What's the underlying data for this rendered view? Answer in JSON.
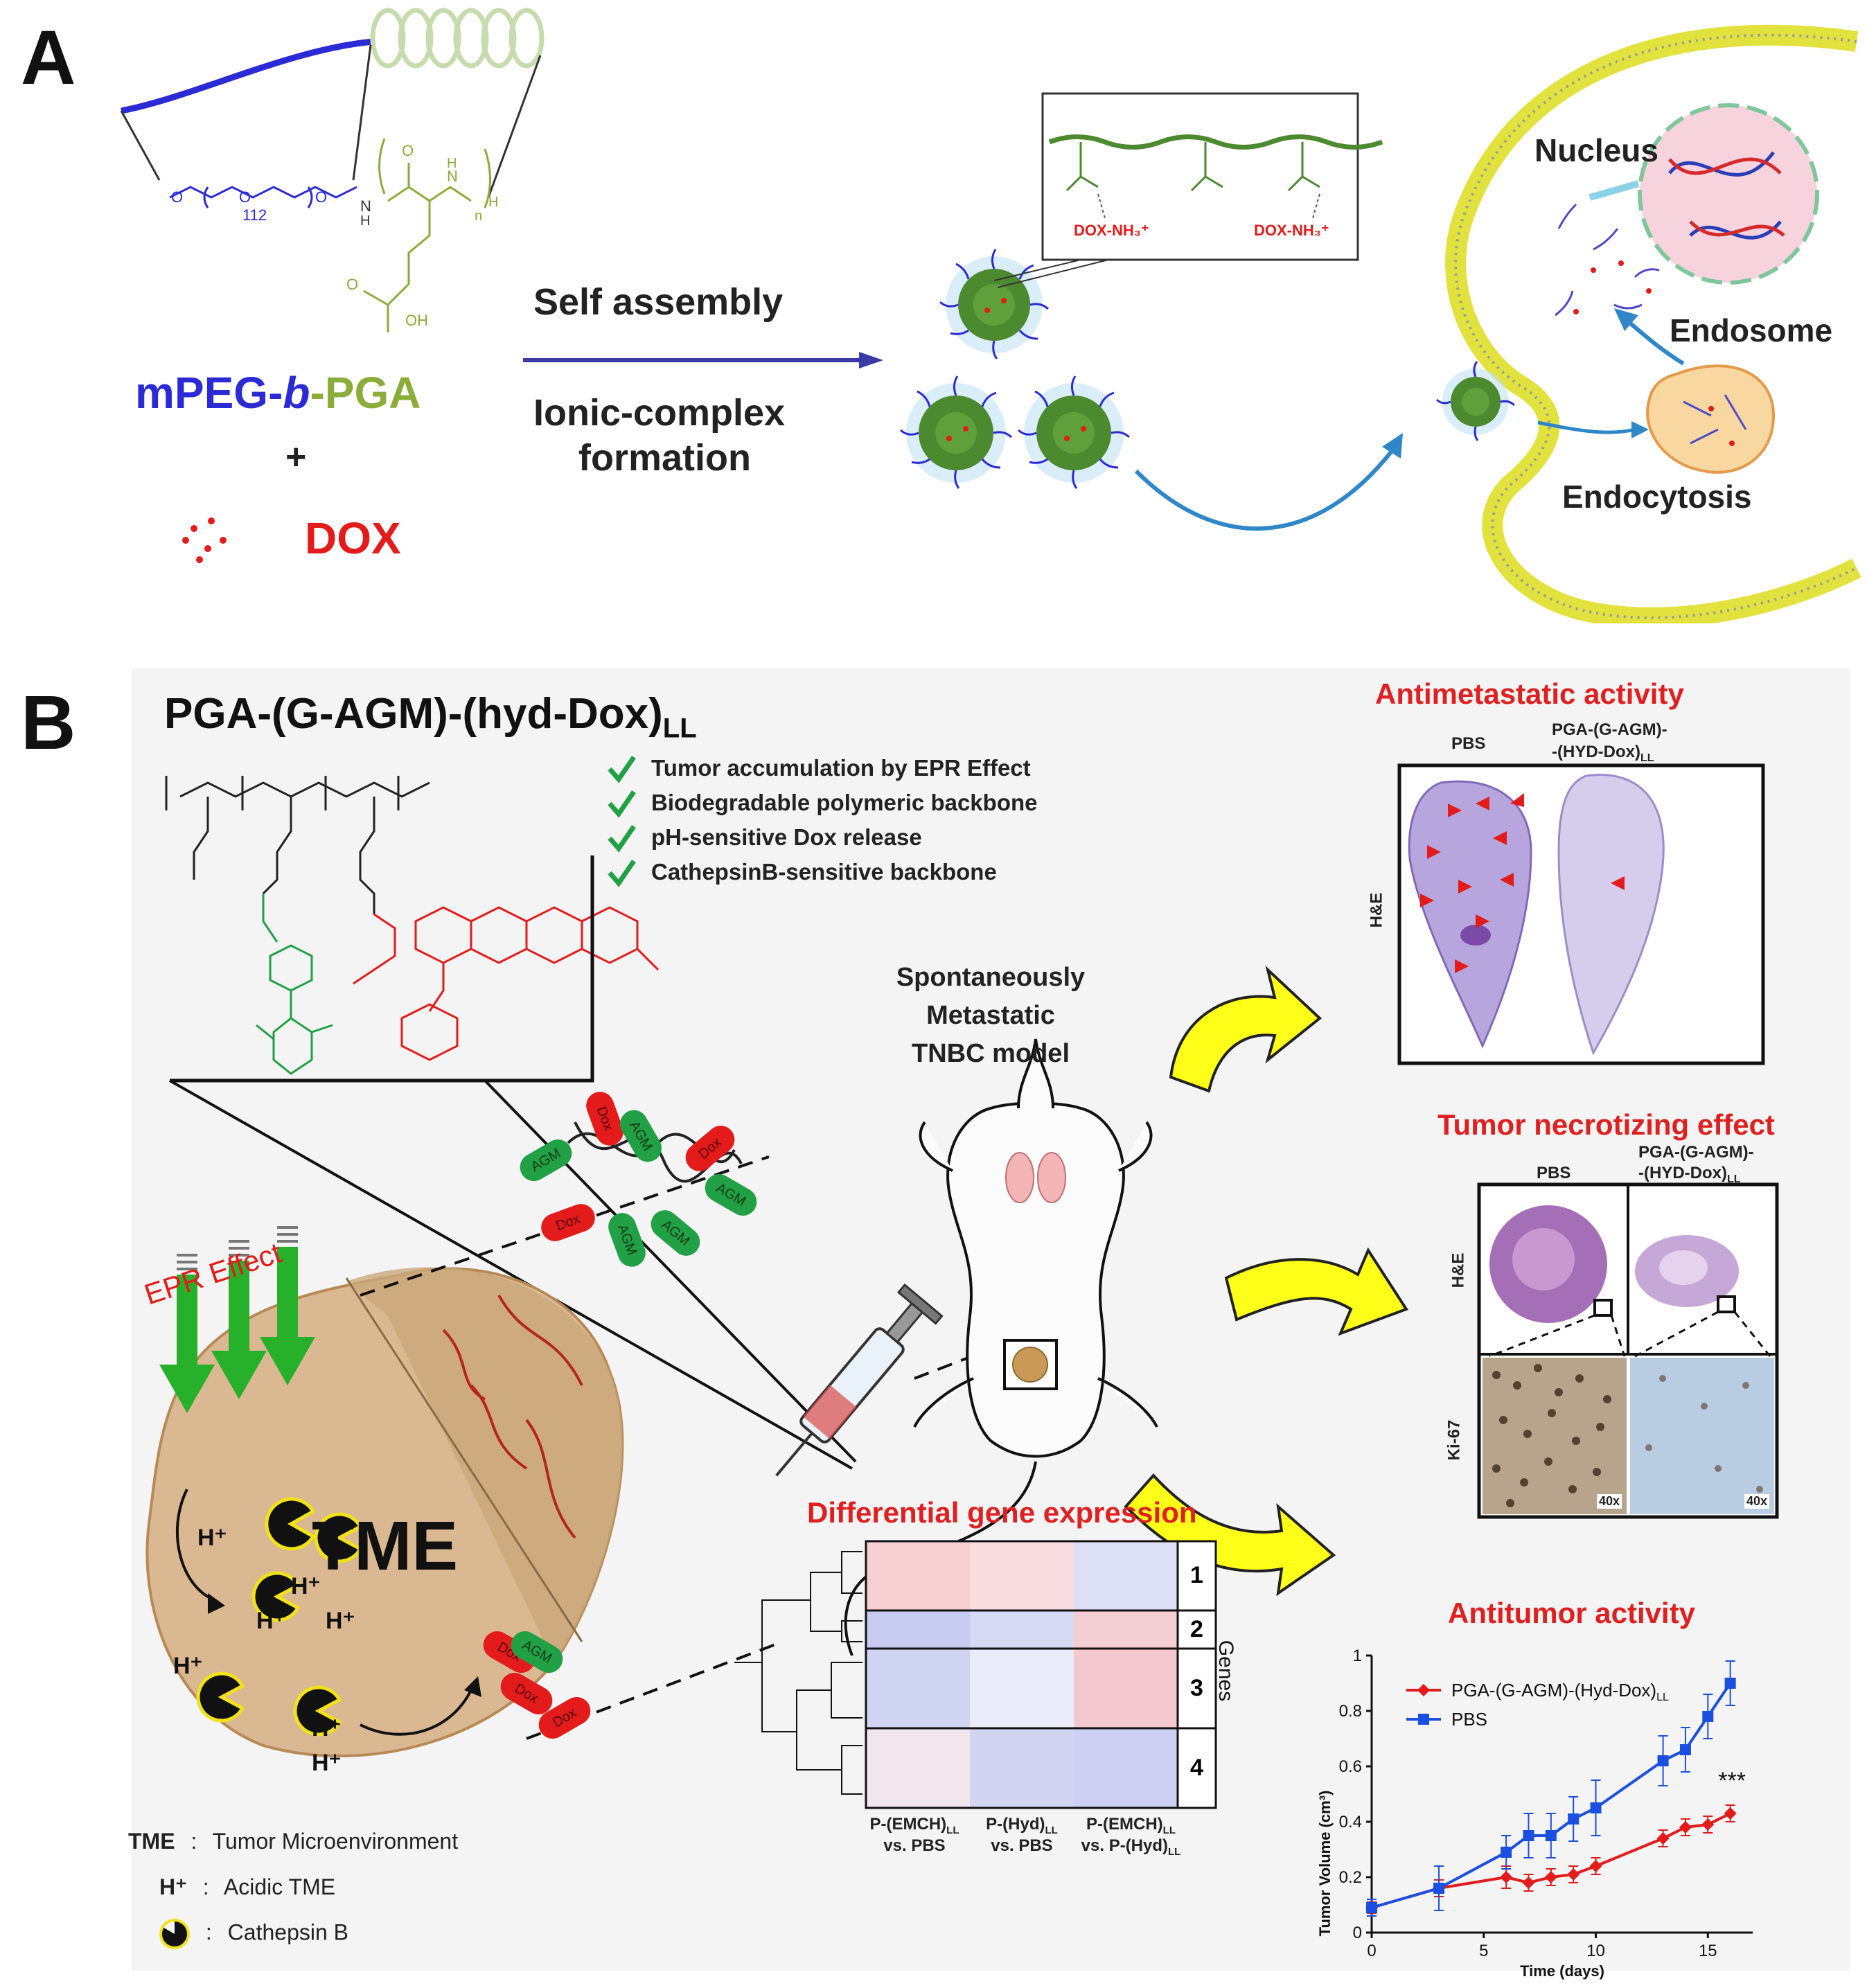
{
  "panels": {
    "a": {
      "letter": "A"
    },
    "b": {
      "letter": "B"
    }
  },
  "panel_a": {
    "polymer_name": {
      "part1": "mPEG",
      "sep1": "-",
      "part2": "b",
      "sep2": "-",
      "part3": "PGA"
    },
    "plus": "+",
    "drug": "DOX",
    "arrow_top": "Self assembly",
    "arrow_bottom_1": "Ionic-complex",
    "arrow_bottom_2": "formation",
    "inset_labels": [
      "DOX-NH₃⁺",
      "DOX-NH₃⁺"
    ],
    "subscript_112": "112",
    "subscript_n": "n",
    "cell_labels": {
      "nucleus": "Nucleus",
      "endosome": "Endosome",
      "endocytosis": "Endocytosis"
    },
    "colors": {
      "peg": "#2b2bd6",
      "pga": "#8aad3a",
      "dox": "#e31b1b",
      "arrow": "#3a3aa8",
      "membrane": "#e8e84a"
    }
  },
  "panel_b": {
    "conjugate_title": "PGA-(G-AGM)-(hyd-Dox)",
    "conjugate_subscript": "LL",
    "checklist": [
      "Tumor accumulation by EPR Effect",
      "Biodegradable polymeric backbone",
      "pH-sensitive Dox release",
      "CathepsinB-sensitive backbone"
    ],
    "model_label": [
      "Spontaneously",
      "Metastatic",
      "TNBC model"
    ],
    "epr_label": "EPR Effect",
    "tme_label": "TME",
    "h_plus": "H⁺",
    "pill_labels": {
      "agm": "AGM",
      "dox": "Dox"
    },
    "legend": [
      {
        "key": "TME",
        "sep": ":",
        "text": "Tumor  Microenvironment"
      },
      {
        "key": "H⁺",
        "sep": ":",
        "text": "Acidic TME"
      },
      {
        "key": "",
        "sep": ":",
        "text": "Cathepsin B"
      }
    ],
    "antimetastatic": {
      "title": "Antimetastatic activity",
      "col1": "PBS",
      "col2_line1": "PGA-(G-AGM)-",
      "col2_line2": "-(HYD-Dox)",
      "col2_sub": "LL",
      "row_label": "H&E"
    },
    "necrotizing": {
      "title": "Tumor necrotizing effect",
      "col1": "PBS",
      "col2_line1": "PGA-(G-AGM)-",
      "col2_line2": "-(HYD-Dox)",
      "col2_sub": "LL",
      "row1": "H&E",
      "row2": "Ki-67",
      "mag": "40x"
    },
    "gene_expression": {
      "title": "Differential gene expression",
      "clusters": [
        "1",
        "2",
        "3",
        "4"
      ],
      "genes_label": "Genes",
      "columns": [
        {
          "line1": "P-(EMCH)",
          "sub": "LL",
          "line2": "vs. PBS"
        },
        {
          "line1": "P-(Hyd)",
          "sub": "LL",
          "line2": "vs. PBS"
        },
        {
          "line1": "P-(EMCH)",
          "sub": "LL",
          "line2": "vs. P-(Hyd)",
          "sub2": "LL"
        }
      ]
    },
    "colors": {
      "red_title": "#e02020",
      "agm": "#21a045",
      "dox": "#e31b1b",
      "arrow_yellow": "#ffff1a",
      "epr_arrow": "#27b02a"
    }
  },
  "chart_data": {
    "type": "line",
    "title": "Antitumor activity",
    "xlabel": "Time (days)",
    "ylabel": "Tumor Volume (cm³)",
    "xlim": [
      0,
      17
    ],
    "ylim": [
      0,
      1
    ],
    "xticks": [
      "0",
      "5",
      "10",
      "15"
    ],
    "yticks": [
      "0",
      "0.2",
      "0.4",
      "0.6",
      "0.8",
      "1"
    ],
    "legend_position": "top-left",
    "annotation": "***",
    "series": [
      {
        "name": "PGA-(G-AGM)-(Hyd-Dox)",
        "name_sub": "LL",
        "color": "#e31b1b",
        "marker": "diamond",
        "x": [
          0,
          3,
          6,
          7,
          8,
          9,
          10,
          13,
          14,
          15,
          16
        ],
        "y": [
          0.09,
          0.16,
          0.2,
          0.18,
          0.2,
          0.21,
          0.24,
          0.34,
          0.38,
          0.39,
          0.43
        ],
        "err": [
          0.02,
          0.03,
          0.04,
          0.03,
          0.03,
          0.03,
          0.03,
          0.03,
          0.03,
          0.03,
          0.03
        ]
      },
      {
        "name": "PBS",
        "color": "#1a4fe0",
        "marker": "square",
        "x": [
          0,
          3,
          6,
          7,
          8,
          9,
          10,
          13,
          14,
          15,
          16
        ],
        "y": [
          0.09,
          0.16,
          0.29,
          0.35,
          0.35,
          0.41,
          0.45,
          0.62,
          0.66,
          0.78,
          0.9
        ],
        "err": [
          0.03,
          0.08,
          0.06,
          0.08,
          0.08,
          0.08,
          0.1,
          0.09,
          0.08,
          0.08,
          0.08
        ]
      }
    ]
  }
}
